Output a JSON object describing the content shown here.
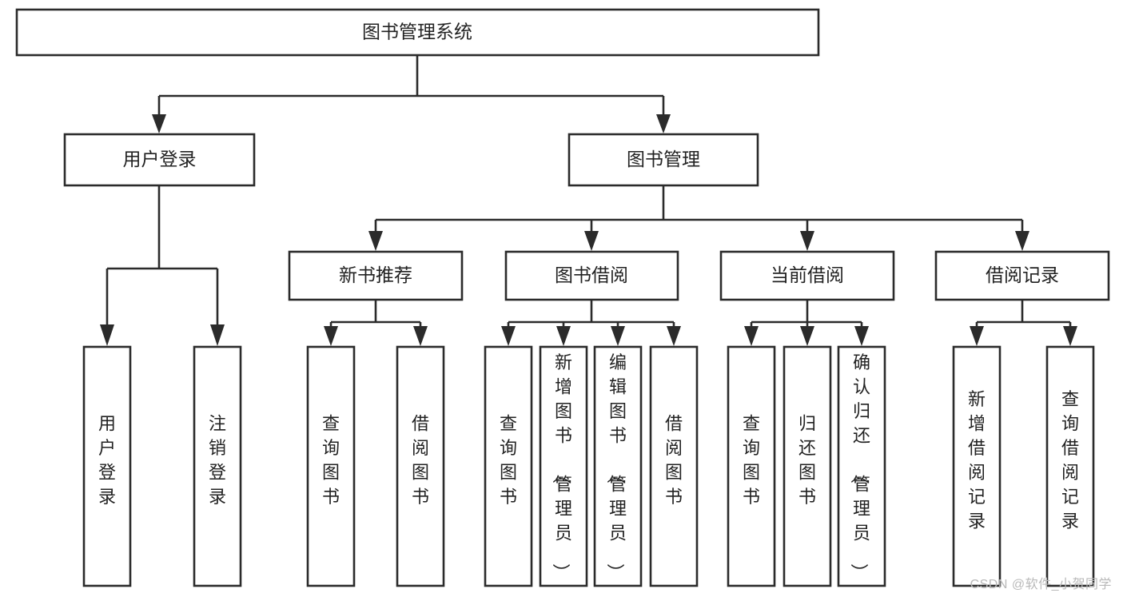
{
  "diagram": {
    "type": "tree",
    "title": "图书管理系统",
    "watermark": "CSDN @软件_小贺同学",
    "colors": {
      "box_stroke": "#2b2b2b",
      "box_fill": "#ffffff",
      "text": "#222222",
      "connector": "#2b2b2b",
      "watermark": "#b9b9b9",
      "background": "#ffffff"
    },
    "levels": {
      "root": "图书管理系统",
      "level2": [
        "用户登录",
        "图书管理"
      ],
      "level3": [
        "新书推荐",
        "图书借阅",
        "当前借阅",
        "借阅记录"
      ]
    },
    "nodes": {
      "root": {
        "label": "图书管理系统",
        "orientation": "horizontal"
      },
      "user_login": {
        "label": "用户登录",
        "orientation": "horizontal"
      },
      "book_manage": {
        "label": "图书管理",
        "orientation": "horizontal"
      },
      "new_book_rec": {
        "label": "新书推荐",
        "orientation": "horizontal"
      },
      "book_borrow": {
        "label": "图书借阅",
        "orientation": "horizontal"
      },
      "current_borrow": {
        "label": "当前借阅",
        "orientation": "horizontal"
      },
      "borrow_record": {
        "label": "借阅记录",
        "orientation": "horizontal"
      },
      "leaf_user_login": {
        "label": "用户登录",
        "orientation": "vertical"
      },
      "leaf_logout": {
        "label": "注销登录",
        "orientation": "vertical"
      },
      "leaf_query_book_a": {
        "label": "查询图书",
        "orientation": "vertical"
      },
      "leaf_borrow_book_a": {
        "label": "借阅图书",
        "orientation": "vertical"
      },
      "leaf_query_book_b": {
        "label": "查询图书",
        "orientation": "vertical"
      },
      "leaf_add_book": {
        "label": "新增图书（管理员）",
        "orientation": "vertical"
      },
      "leaf_edit_book": {
        "label": "编辑图书（管理员）",
        "orientation": "vertical"
      },
      "leaf_borrow_book_b": {
        "label": "借阅图书",
        "orientation": "vertical"
      },
      "leaf_query_book_c": {
        "label": "查询图书",
        "orientation": "vertical"
      },
      "leaf_return_book": {
        "label": "归还图书",
        "orientation": "vertical"
      },
      "leaf_confirm_return": {
        "label": "确认归还（管理员）",
        "orientation": "vertical"
      },
      "leaf_add_record": {
        "label": "新增借阅记录",
        "orientation": "vertical"
      },
      "leaf_query_record": {
        "label": "查询借阅记录",
        "orientation": "vertical"
      }
    },
    "edges": [
      {
        "from": "root",
        "to": "user_login"
      },
      {
        "from": "root",
        "to": "book_manage"
      },
      {
        "from": "user_login",
        "to": "leaf_user_login"
      },
      {
        "from": "user_login",
        "to": "leaf_logout"
      },
      {
        "from": "book_manage",
        "to": "new_book_rec"
      },
      {
        "from": "book_manage",
        "to": "book_borrow"
      },
      {
        "from": "book_manage",
        "to": "current_borrow"
      },
      {
        "from": "book_manage",
        "to": "borrow_record"
      },
      {
        "from": "new_book_rec",
        "to": "leaf_query_book_a"
      },
      {
        "from": "new_book_rec",
        "to": "leaf_borrow_book_a"
      },
      {
        "from": "book_borrow",
        "to": "leaf_query_book_b"
      },
      {
        "from": "book_borrow",
        "to": "leaf_add_book"
      },
      {
        "from": "book_borrow",
        "to": "leaf_edit_book"
      },
      {
        "from": "book_borrow",
        "to": "leaf_borrow_book_b"
      },
      {
        "from": "current_borrow",
        "to": "leaf_query_book_c"
      },
      {
        "from": "current_borrow",
        "to": "leaf_return_book"
      },
      {
        "from": "current_borrow",
        "to": "leaf_confirm_return"
      },
      {
        "from": "borrow_record",
        "to": "leaf_add_record"
      },
      {
        "from": "borrow_record",
        "to": "leaf_query_record"
      }
    ]
  }
}
